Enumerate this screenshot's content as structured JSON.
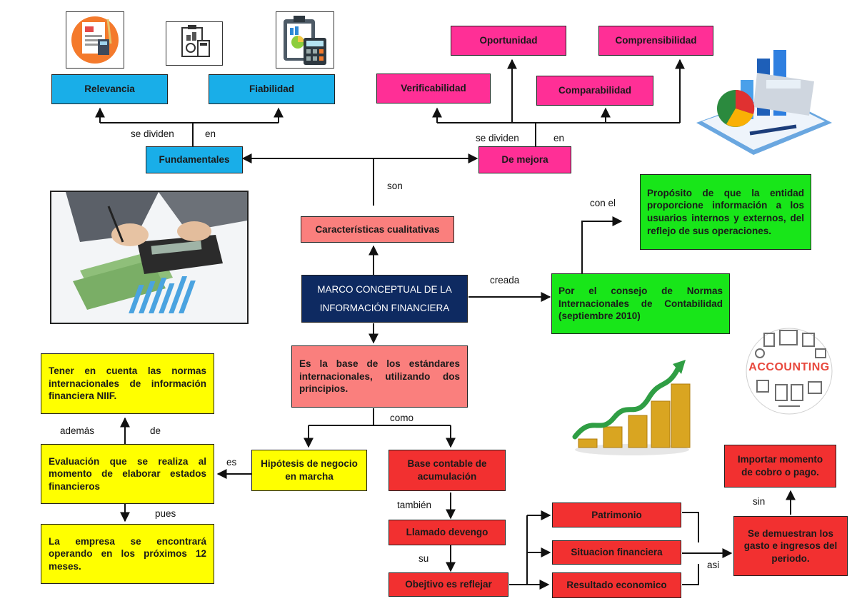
{
  "title": "MARCO CONCEPTUAL DE LA INFORMACIÓN FINANCIERA",
  "nodes": {
    "relevancia": "Relevancia",
    "fiabilidad": "Fiabilidad",
    "fundamentales": "Fundamentales",
    "de_mejora": "De mejora",
    "oportunidad": "Oportunidad",
    "comprensibilidad": "Comprensibilidad",
    "verificabilidad": "Verificabilidad",
    "comparabilidad": "Comparabilidad",
    "caracteristicas": "Características cualitativas",
    "marco_line1": "MARCO CONCEPTUAL DE LA",
    "marco_line2": "INFORMACIÓN FINANCIERA",
    "proposito": "Propósito de que la entidad proporcione información a los usuarios internos y externos, del reflejo de sus operaciones.",
    "consejo": "Por el consejo de Normas Internacionales de Contabilidad (septiembre 2010)",
    "base_estandares": "Es la base de los estándares internacionales, utilizando dos principios.",
    "tener_cuenta": "Tener en cuenta las normas internacionales de información financiera NIIF.",
    "evaluacion": "Evaluación que se realiza al momento de elaborar estados financieros",
    "empresa": "La empresa se encontrará operando en los próximos 12 meses.",
    "hipotesis": "Hipótesis de negocio en marcha",
    "base_contable": "Base contable de acumulación",
    "devengo": "Llamado devengo",
    "objetivo": "Obejtivo es reflejar",
    "patrimonio": "Patrimonio",
    "situacion": "Situacion financiera",
    "resultado": "Resultado economico",
    "demuestran": "Se demuestran los gasto e ingresos del periodo.",
    "importar": "Importar momento de cobro o pago."
  },
  "labels": {
    "se_dividen_left": "se dividen",
    "en_left": "en",
    "se_dividen_right": "se dividen",
    "en_right": "en",
    "son": "son",
    "con_el": "con el",
    "creada": "creada",
    "como": "como",
    "ademas": "además",
    "de": "de",
    "es": "es",
    "pues": "pues",
    "tambien": "también",
    "su": "su",
    "asi": "asi",
    "sin": "sin"
  },
  "images": {
    "accounting_text": "ACCOUNTING"
  },
  "colors": {
    "blue": "#19aee8",
    "pink": "#ff2f96",
    "salmon": "#fa7f7d",
    "navy": "#0e2a61",
    "green": "#18e619",
    "yellow": "#ffff00",
    "red": "#f23030"
  }
}
